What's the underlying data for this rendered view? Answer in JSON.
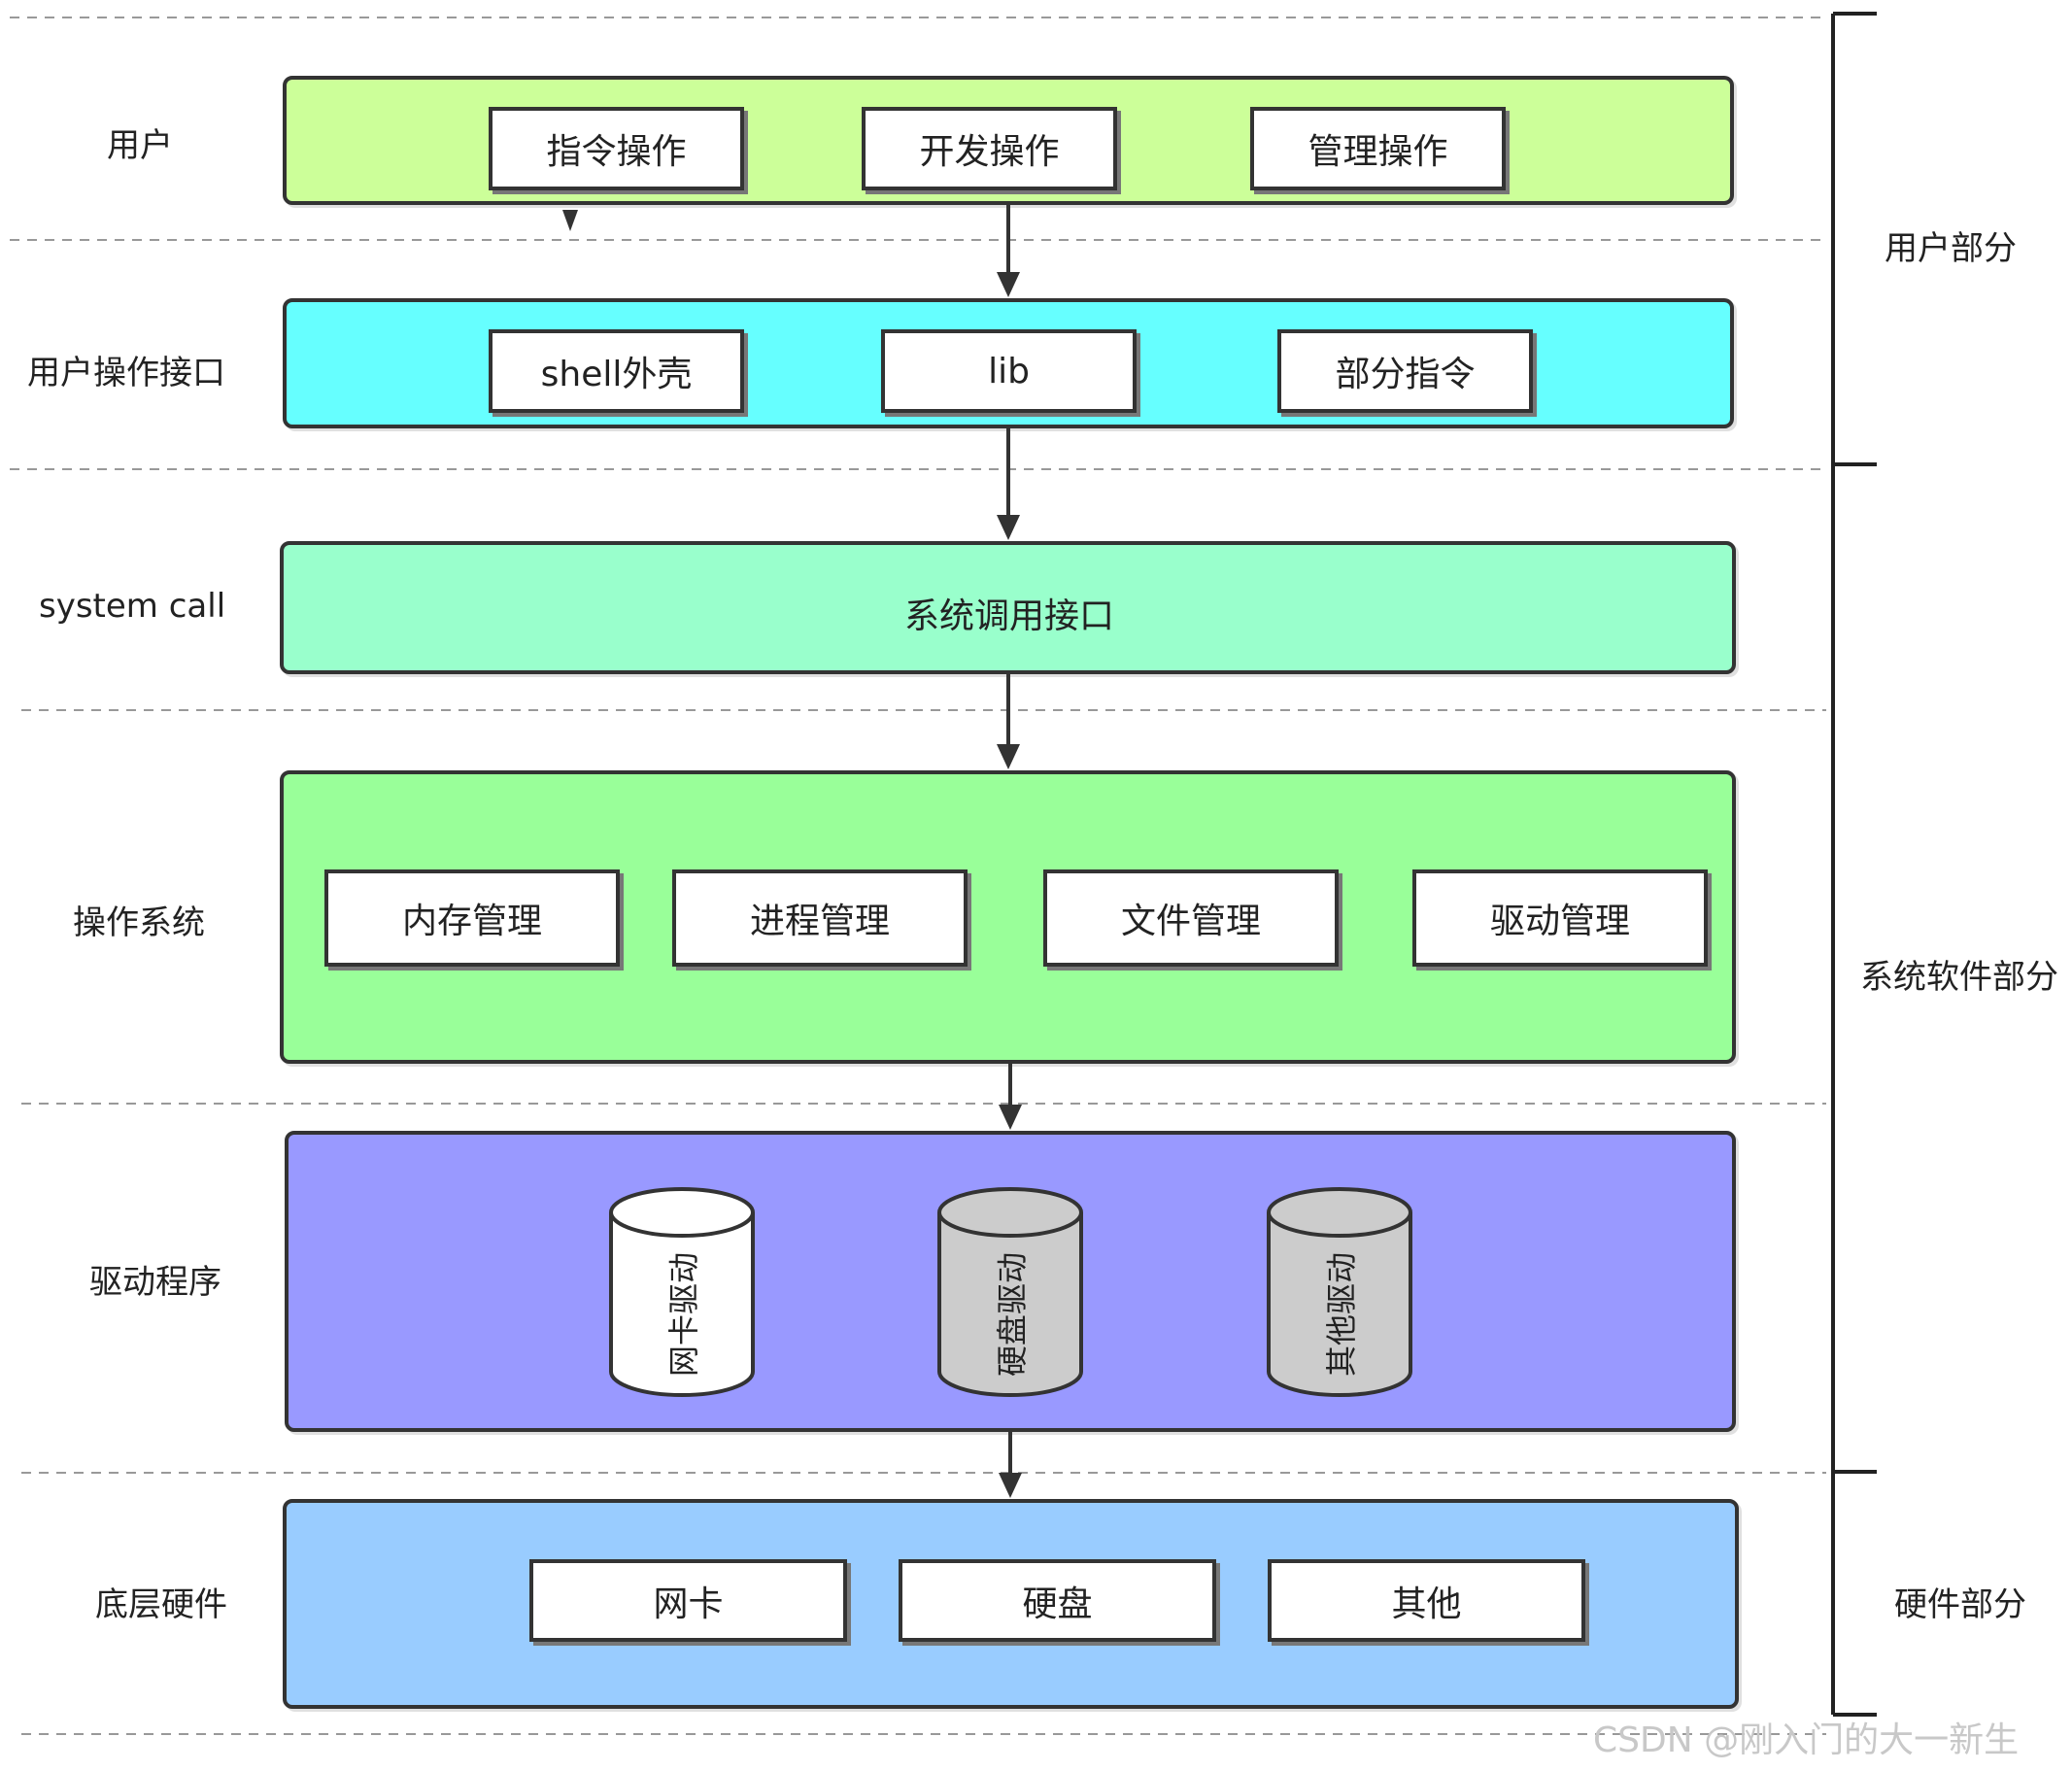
{
  "layers": {
    "user": {
      "label": "用户",
      "buttons": [
        "指令操作",
        "开发操作",
        "管理操作"
      ],
      "color": "#ccff99"
    },
    "user_interface": {
      "label": "用户操作接口",
      "buttons": [
        "shell外壳",
        "lib",
        "部分指令"
      ],
      "color": "#66ffff"
    },
    "system_call": {
      "label": "system call",
      "content": "系统调用接口",
      "color": "#99ffcc"
    },
    "os": {
      "label": "操作系统",
      "buttons": [
        "内存管理",
        "进程管理",
        "文件管理",
        "驱动管理"
      ],
      "color": "#99ff99"
    },
    "drivers": {
      "label": "驱动程序",
      "cylinders": [
        "网卡驱动",
        "硬盘驱动",
        "其他驱动"
      ],
      "color": "#9999ff"
    },
    "hardware": {
      "label": "底层硬件",
      "buttons": [
        "网卡",
        "硬盘",
        "其他"
      ],
      "color": "#99ccff"
    }
  },
  "sections": {
    "user_part": "用户部分",
    "system_software_part": "系统软件部分",
    "hardware_part": "硬件部分"
  },
  "watermark": "CSDN @刚入门的大一新生"
}
